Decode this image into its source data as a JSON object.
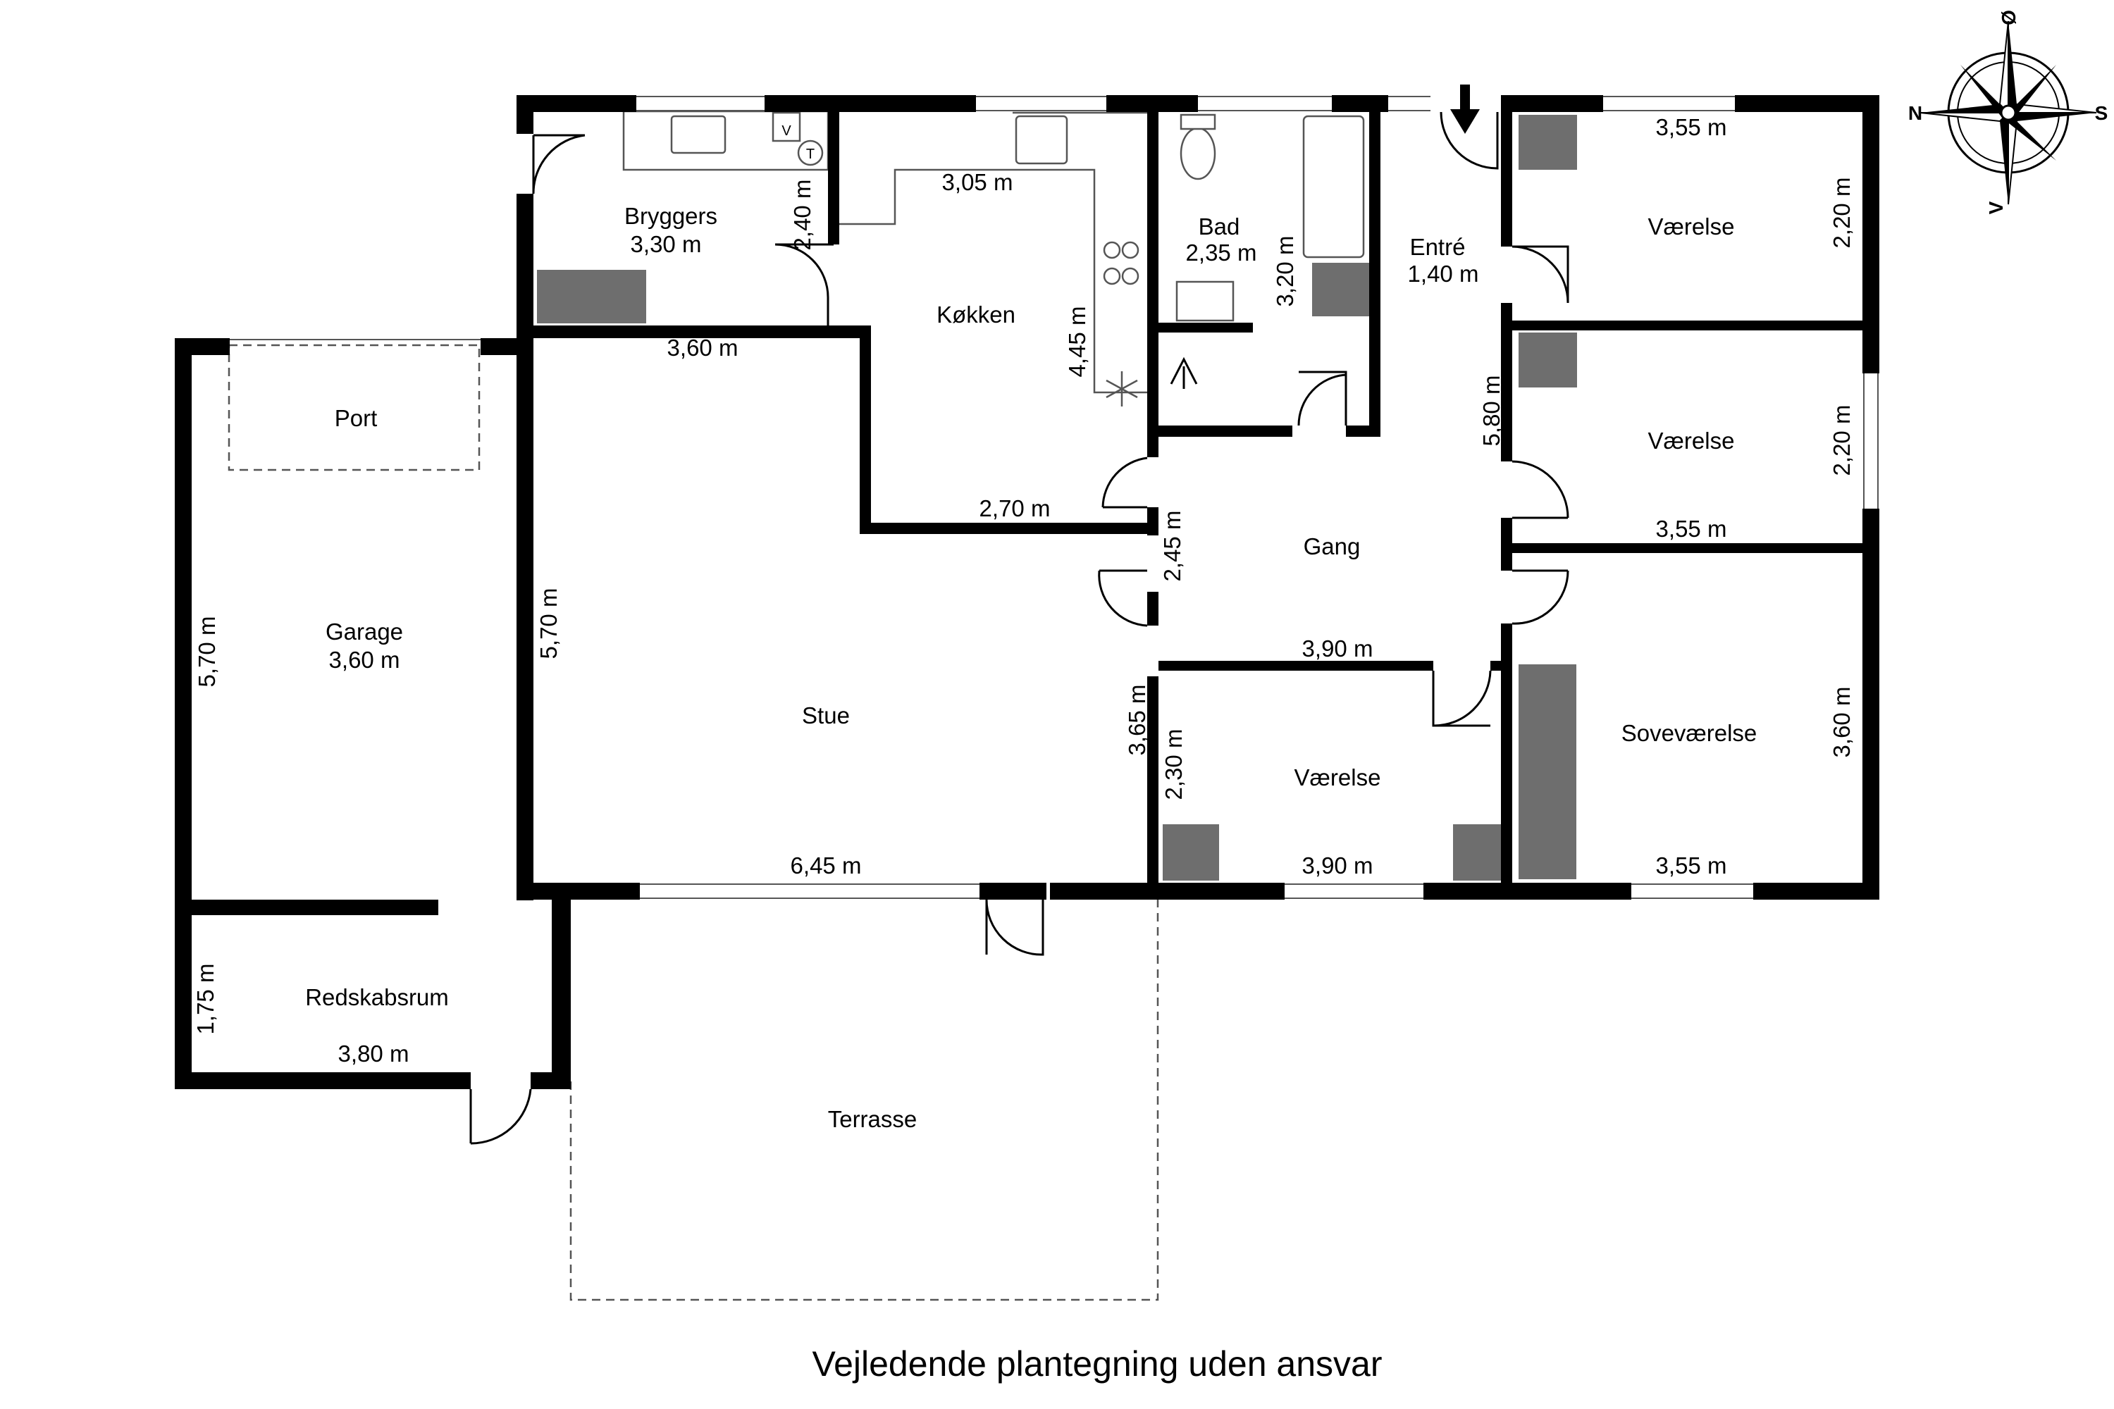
{
  "rooms": {
    "bryggers": {
      "name": "Bryggers",
      "size": "3,30 m"
    },
    "kokken": {
      "name": "Køkken"
    },
    "bad": {
      "name": "Bad",
      "size": "2,35 m"
    },
    "entre": {
      "name": "Entré",
      "size": "1,40 m"
    },
    "vaerelse1": {
      "name": "Værelse"
    },
    "vaerelse2": {
      "name": "Værelse"
    },
    "port": {
      "name": "Port"
    },
    "garage": {
      "name": "Garage",
      "size": "3,60 m"
    },
    "stue": {
      "name": "Stue"
    },
    "gang": {
      "name": "Gang"
    },
    "vaerelse3": {
      "name": "Værelse"
    },
    "sovevaerelse": {
      "name": "Soveværelse"
    },
    "redskabsrum": {
      "name": "Redskabsrum"
    },
    "terrasse": {
      "name": "Terrasse"
    }
  },
  "dimensions": {
    "bryggers_h": "2,40 m",
    "kokken_w": "3,05 m",
    "kokken_h": "4,45 m",
    "bad_h": "3,20 m",
    "v1_w": "3,55 m",
    "v1_h": "2,20 m",
    "stue_top_w": "3,60 m",
    "entre_h": "5,80 m",
    "v2_h": "2,20 m",
    "v2_w": "3,55 m",
    "gang_w": "2,70 m",
    "gang_h": "2,45 m",
    "stue_h": "5,70 m",
    "garage_h": "5,70 m",
    "gang_bottom_w": "3,90 m",
    "stue_right_h": "3,65 m",
    "v3_h": "2,30 m",
    "sov_h": "3,60 m",
    "stue_w": "6,45 m",
    "v3_w": "3,90 m",
    "sov_w": "3,55 m",
    "redskab_h": "1,75 m",
    "redskab_w": "3,80 m"
  },
  "compass": {
    "n": "N",
    "s": "S",
    "o": "Ø",
    "v": "V"
  },
  "fixtures": {
    "washer": "V",
    "dryer": "T"
  },
  "caption": "Vejledende plantegning uden ansvar",
  "colors": {
    "wall": "#000000",
    "furniture": "#6e6e6e",
    "background": "#ffffff"
  }
}
